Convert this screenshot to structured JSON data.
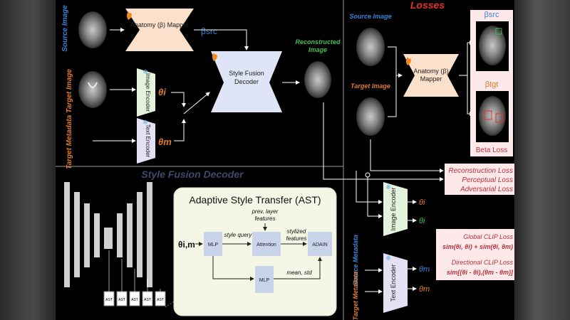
{
  "labels": {
    "losses_title": "Losses",
    "source_image": "Source Image",
    "target_image": "Target Image",
    "target_metadata": "Target Metadata",
    "anatomy_mapper": "Anatomy (β) Mapper",
    "beta_src": "βsrc",
    "beta_tgt": "βtgt",
    "style_fusion_decoder": "Style Fusion Decoder",
    "reconstructed_image": "Reconstructed Image",
    "image_encoder": "Image Encoder",
    "text_encoder": "Text Encoder",
    "theta_i": "θi",
    "theta_m": "θm",
    "section_sfd": "Style Fusion Decoder",
    "ast_title": "Adaptive Style Transfer (AST)",
    "theta_im": "θi,m",
    "mlp": "MLP",
    "style_query": "style query",
    "prev_layer_features": "prev. layer features",
    "attention": "Attention",
    "stylized_features": "stylized features",
    "adain": "ADAIN",
    "mean_std": "mean, std",
    "ast_block": "AST",
    "beta_loss": "Beta Loss",
    "reconstruction_loss": "Reconstruction Loss",
    "perceptual_loss": "Perceptual Loss",
    "adversarial_loss": "Adversarial Loss",
    "global_clip_loss": "Global CLIP Loss",
    "global_clip_formula": "sim(θi, θi) + sim(θi, θm)",
    "directional_clip_loss": "Directional CLIP Loss",
    "directional_clip_formula": "sim[(θi - θi),(θm - θm)]",
    "source_metadata": "Source Metadata",
    "target_metadata_2": "Target Metadata"
  },
  "colors": {
    "blue_label": "#3b82d6",
    "orange_label": "#e07a2e",
    "green_label": "#3fbf4f",
    "red_title": "#e8302a",
    "loss_text": "#b8323a",
    "mapper_fill": "#fbe0cc",
    "decoder_fill": "#dfe4f6",
    "image_encoder_fill": "#e3f3dc",
    "text_encoder_fill": "#e6e0f4",
    "ast_panel": "#f4f6e6",
    "loss_box": "#fde8ea"
  },
  "icons": [
    "flame-icon",
    "snowflake-icon"
  ]
}
